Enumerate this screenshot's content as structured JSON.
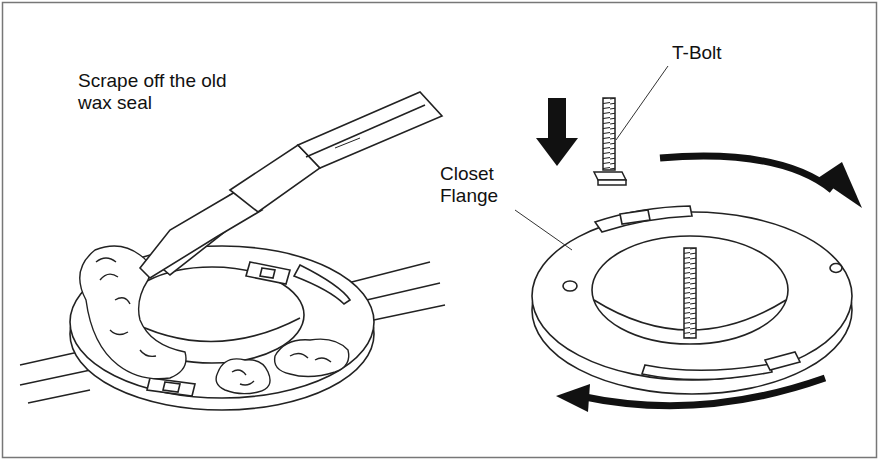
{
  "diagram": {
    "labels": [
      "Scrape off the old wax seal",
      "T-Bolt",
      "Closet Flange"
    ]
  }
}
